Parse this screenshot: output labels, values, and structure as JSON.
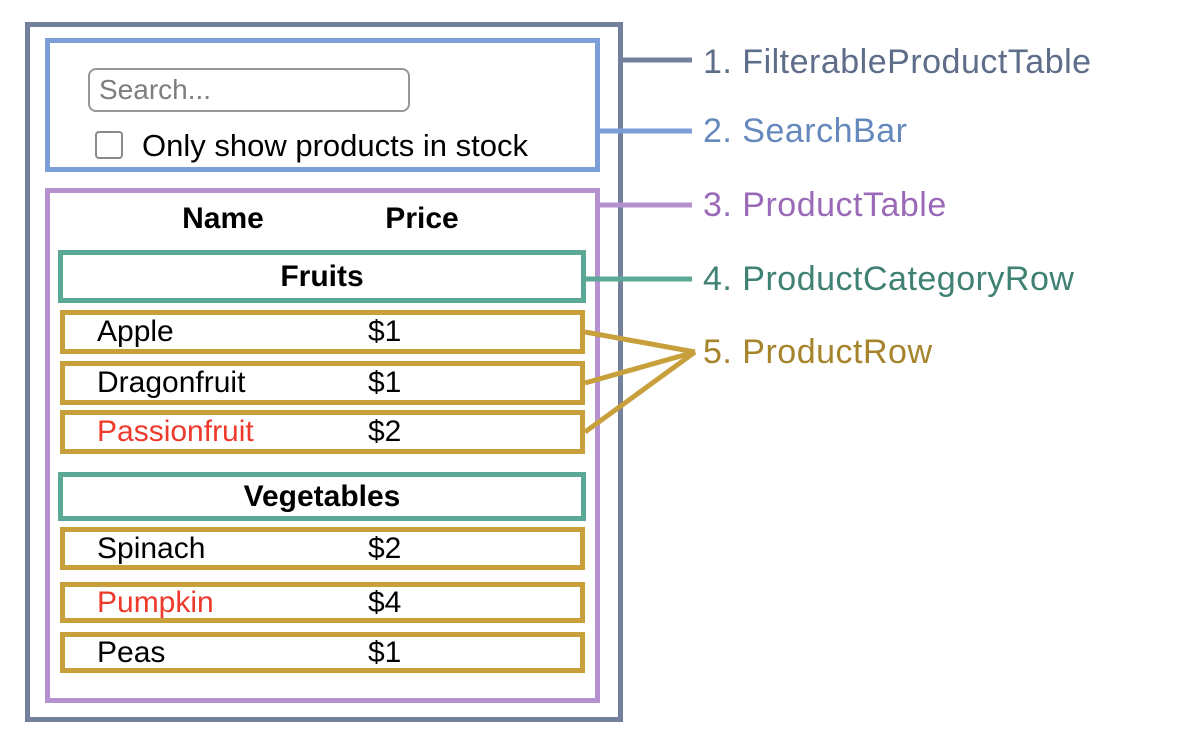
{
  "colors": {
    "filterable_product_table_border": "#74819c",
    "search_bar_border": "#7b9fd6",
    "product_table_border": "#b592cf",
    "product_category_row_border": "#5ba897",
    "product_row_border": "#c7a03c",
    "out_of_stock_text": "#ee392b",
    "legend_text_1": "#5e6d89",
    "legend_text_2": "#6589bd",
    "legend_text_3": "#9a6ab8",
    "legend_text_4": "#3f8172",
    "legend_text_5": "#a5842c"
  },
  "search_bar": {
    "input_placeholder": "Search...",
    "input_value": "",
    "checkbox_checked": false,
    "checkbox_label": "Only show products in stock"
  },
  "product_table": {
    "headers": {
      "name": "Name",
      "price": "Price"
    },
    "sections": [
      {
        "category": "Fruits",
        "rows": [
          {
            "name": "Apple",
            "price": "$1",
            "highlighted_red": false
          },
          {
            "name": "Dragonfruit",
            "price": "$1",
            "highlighted_red": false
          },
          {
            "name": "Passionfruit",
            "price": "$2",
            "highlighted_red": true
          }
        ]
      },
      {
        "category": "Vegetables",
        "rows": [
          {
            "name": "Spinach",
            "price": "$2",
            "highlighted_red": false
          },
          {
            "name": "Pumpkin",
            "price": "$4",
            "highlighted_red": true
          },
          {
            "name": "Peas",
            "price": "$1",
            "highlighted_red": false
          }
        ]
      }
    ]
  },
  "legend": [
    {
      "label": "1. FilterableProductTable"
    },
    {
      "label": "2. SearchBar"
    },
    {
      "label": "3. ProductTable"
    },
    {
      "label": "4. ProductCategoryRow"
    },
    {
      "label": "5. ProductRow"
    }
  ]
}
